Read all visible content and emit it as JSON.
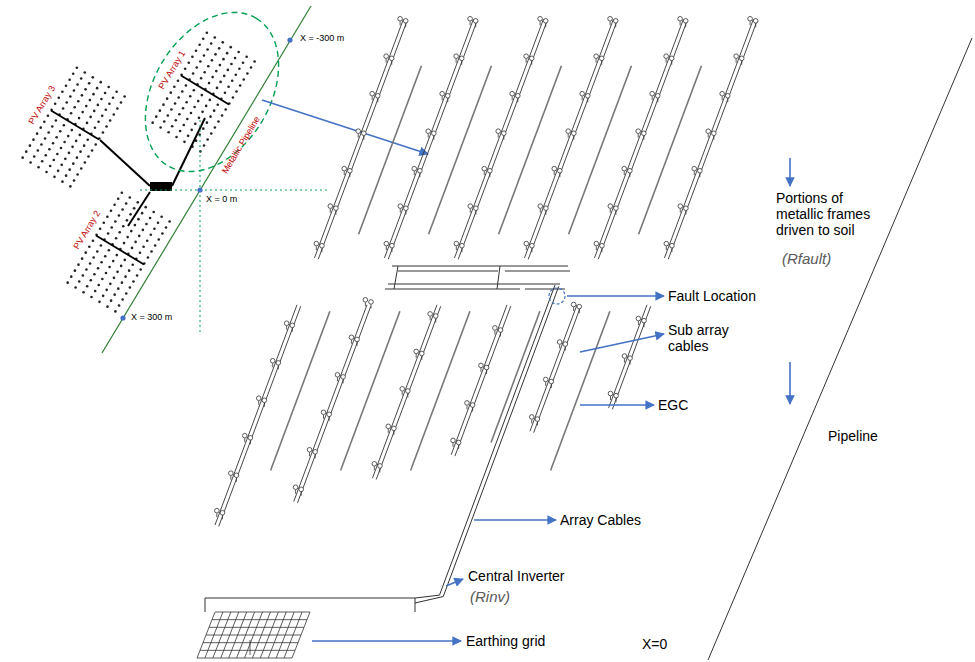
{
  "diagram": {
    "labels": [
      "X = -300 m",
      "PV Array 3",
      "PV Array 1",
      "Metallic Pipeline",
      "X = 0 m",
      "PV Array 2",
      "X = 300 m",
      "Portions of metallic frames driven to soil",
      "(Rfault)",
      "Fault Location",
      "Sub array cables",
      "EGC",
      "Pipeline",
      "Array Cables",
      "Central Inverter",
      "(Rinv)",
      "Earthing grid",
      "X=0"
    ]
  }
}
